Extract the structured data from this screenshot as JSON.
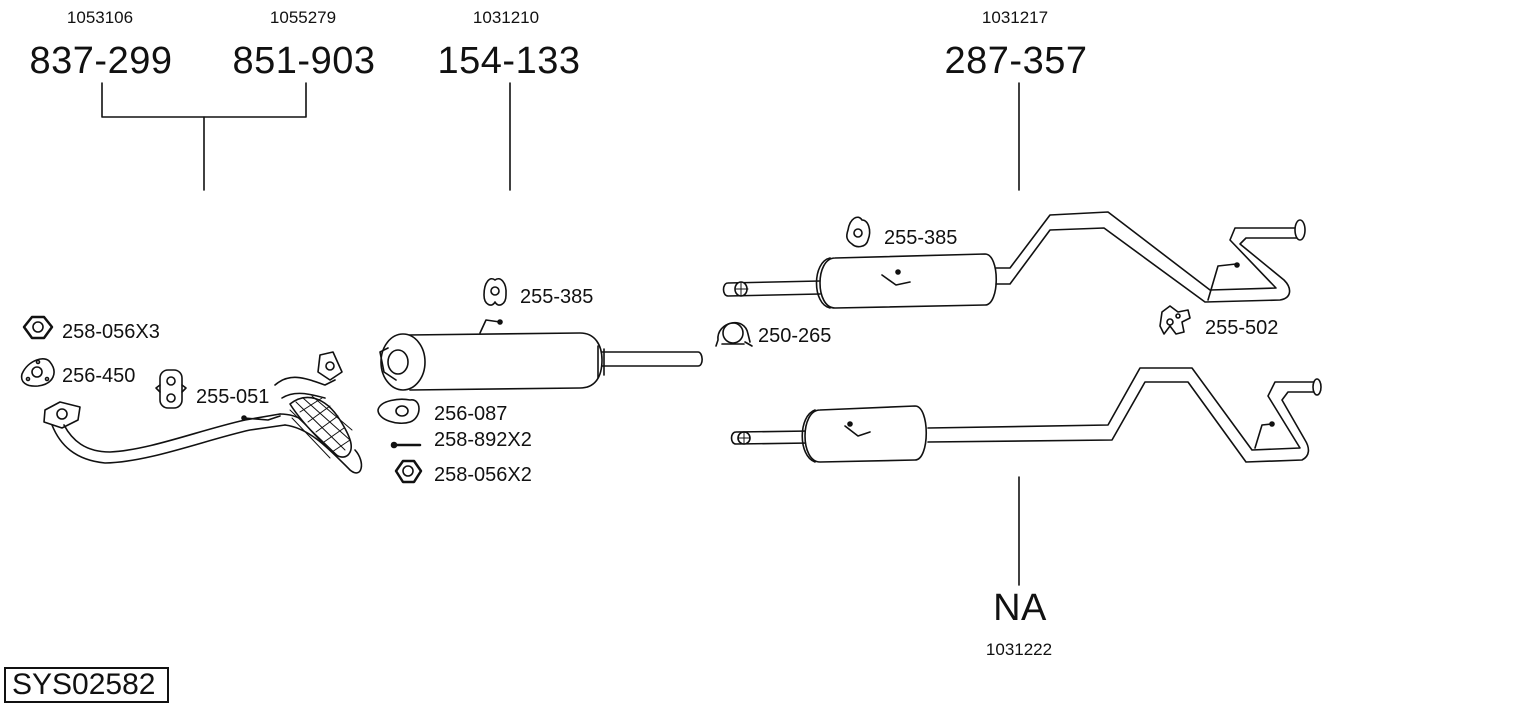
{
  "groups": [
    {
      "ref": "1053106",
      "part": "837-299"
    },
    {
      "ref": "1055279",
      "part": "851-903"
    },
    {
      "ref": "1031210",
      "part": "154-133"
    },
    {
      "ref": "1031217",
      "part": "287-357"
    },
    {
      "ref": "1031222",
      "part": "NA"
    }
  ],
  "labels": {
    "nut_front": "258-056X3",
    "gasket_front": "256-450",
    "hanger_front": "255-051",
    "hanger_mid": "255-385",
    "gasket_mid": "256-087",
    "bolt_mid": "258-892X2",
    "nut_mid": "258-056X2",
    "clamp": "250-265",
    "hanger_rear": "255-385",
    "hanger_tail": "255-502"
  },
  "system_id": "SYS02582"
}
